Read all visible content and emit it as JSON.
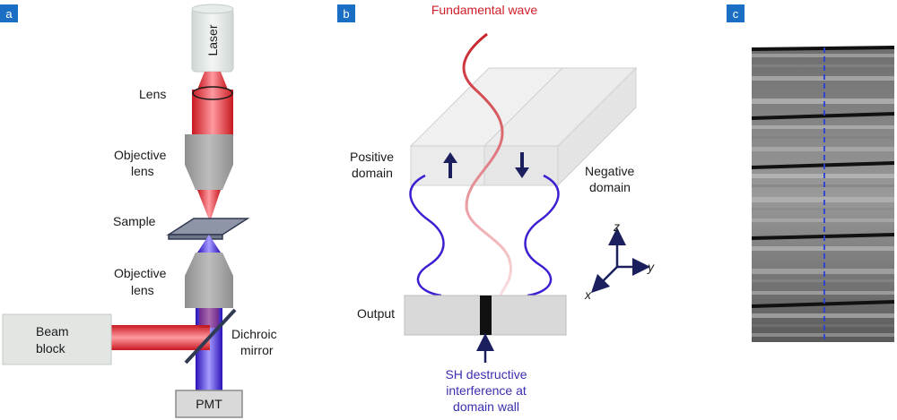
{
  "panels": {
    "a": {
      "tag": "a",
      "laser": "Laser",
      "lens": "Lens",
      "objective_top": [
        "Objective",
        "lens"
      ],
      "sample": "Sample",
      "objective_bottom": [
        "Objective",
        "lens"
      ],
      "beam_block": [
        "Beam",
        "block"
      ],
      "dichroic": [
        "Dichroic",
        "mirror"
      ],
      "pmt": "PMT"
    },
    "b": {
      "tag": "b",
      "fundamental_wave": "Fundamental wave",
      "positive_domain": [
        "Positive",
        "domain"
      ],
      "negative_domain": [
        "Negative",
        "domain"
      ],
      "output": "Output",
      "sh_note": [
        "SH destructive",
        "interference at",
        "domain wall"
      ],
      "axes": {
        "z": "z",
        "y": "y",
        "x": "x"
      }
    },
    "c": {
      "tag": "c"
    }
  },
  "colors": {
    "panel_tag_bg": "#1a6fc4",
    "laser_red": "#e8232b",
    "sh_blue": "#3b1fd1",
    "arrow_navy": "#1b1f5e",
    "optic_gray": "#a8a8a8",
    "box_gray": "#d9d9d9"
  }
}
